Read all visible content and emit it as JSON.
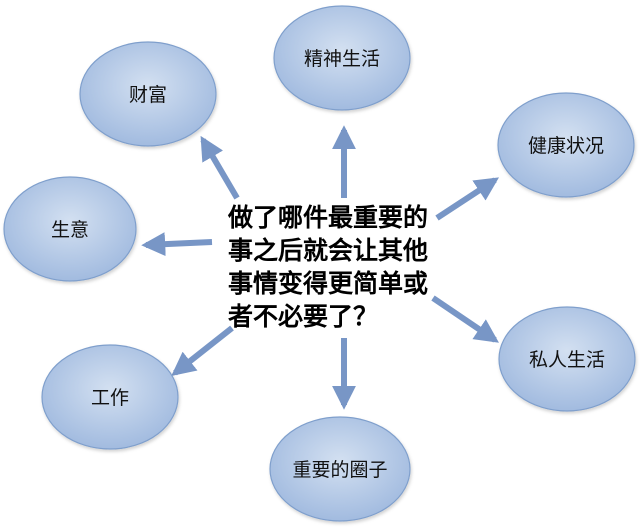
{
  "center": {
    "lines": [
      "做了哪件最重要的",
      "事之后就会让其他",
      "事情变得更简单或",
      "者不必要了？"
    ]
  },
  "nodes": [
    {
      "label": "精神生活"
    },
    {
      "label": "财富"
    },
    {
      "label": "健康状况"
    },
    {
      "label": "生意"
    },
    {
      "label": "私人生活"
    },
    {
      "label": "工作"
    },
    {
      "label": "重要的圈子"
    }
  ],
  "colors": {
    "node_fill_center": "#cfdcef",
    "node_fill_edge": "#9bb5dc",
    "node_stroke": "#7f9fcc",
    "arrow": "#7896c6"
  }
}
